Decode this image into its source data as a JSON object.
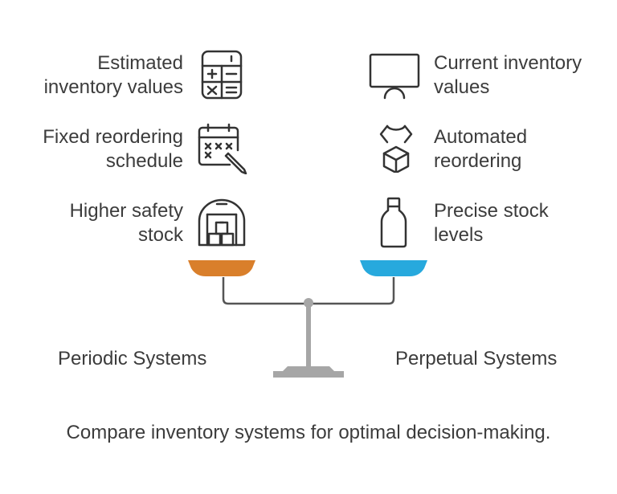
{
  "left": {
    "items": [
      {
        "lines": [
          "Estimated",
          "inventory values"
        ],
        "icon": "calculator-icon"
      },
      {
        "lines": [
          "Fixed reordering",
          "schedule"
        ],
        "icon": "calendar-icon"
      },
      {
        "lines": [
          "Higher safety",
          "stock"
        ],
        "icon": "warehouse-icon"
      }
    ],
    "system_label": "Periodic Systems",
    "pan_color": "#d97f2b"
  },
  "right": {
    "items": [
      {
        "lines": [
          "Current inventory",
          "values"
        ],
        "icon": "monitor-icon"
      },
      {
        "lines": [
          "Automated",
          "reordering"
        ],
        "icon": "robot-box-icon"
      },
      {
        "lines": [
          "Precise stock",
          "levels"
        ],
        "icon": "bottle-icon"
      }
    ],
    "system_label": "Perpetual Systems",
    "pan_color": "#27a9dd"
  },
  "caption": "Compare inventory systems for optimal decision-making.",
  "colors": {
    "beam": "#555555",
    "stand": "#a6a6a6",
    "icon": "#333333"
  }
}
